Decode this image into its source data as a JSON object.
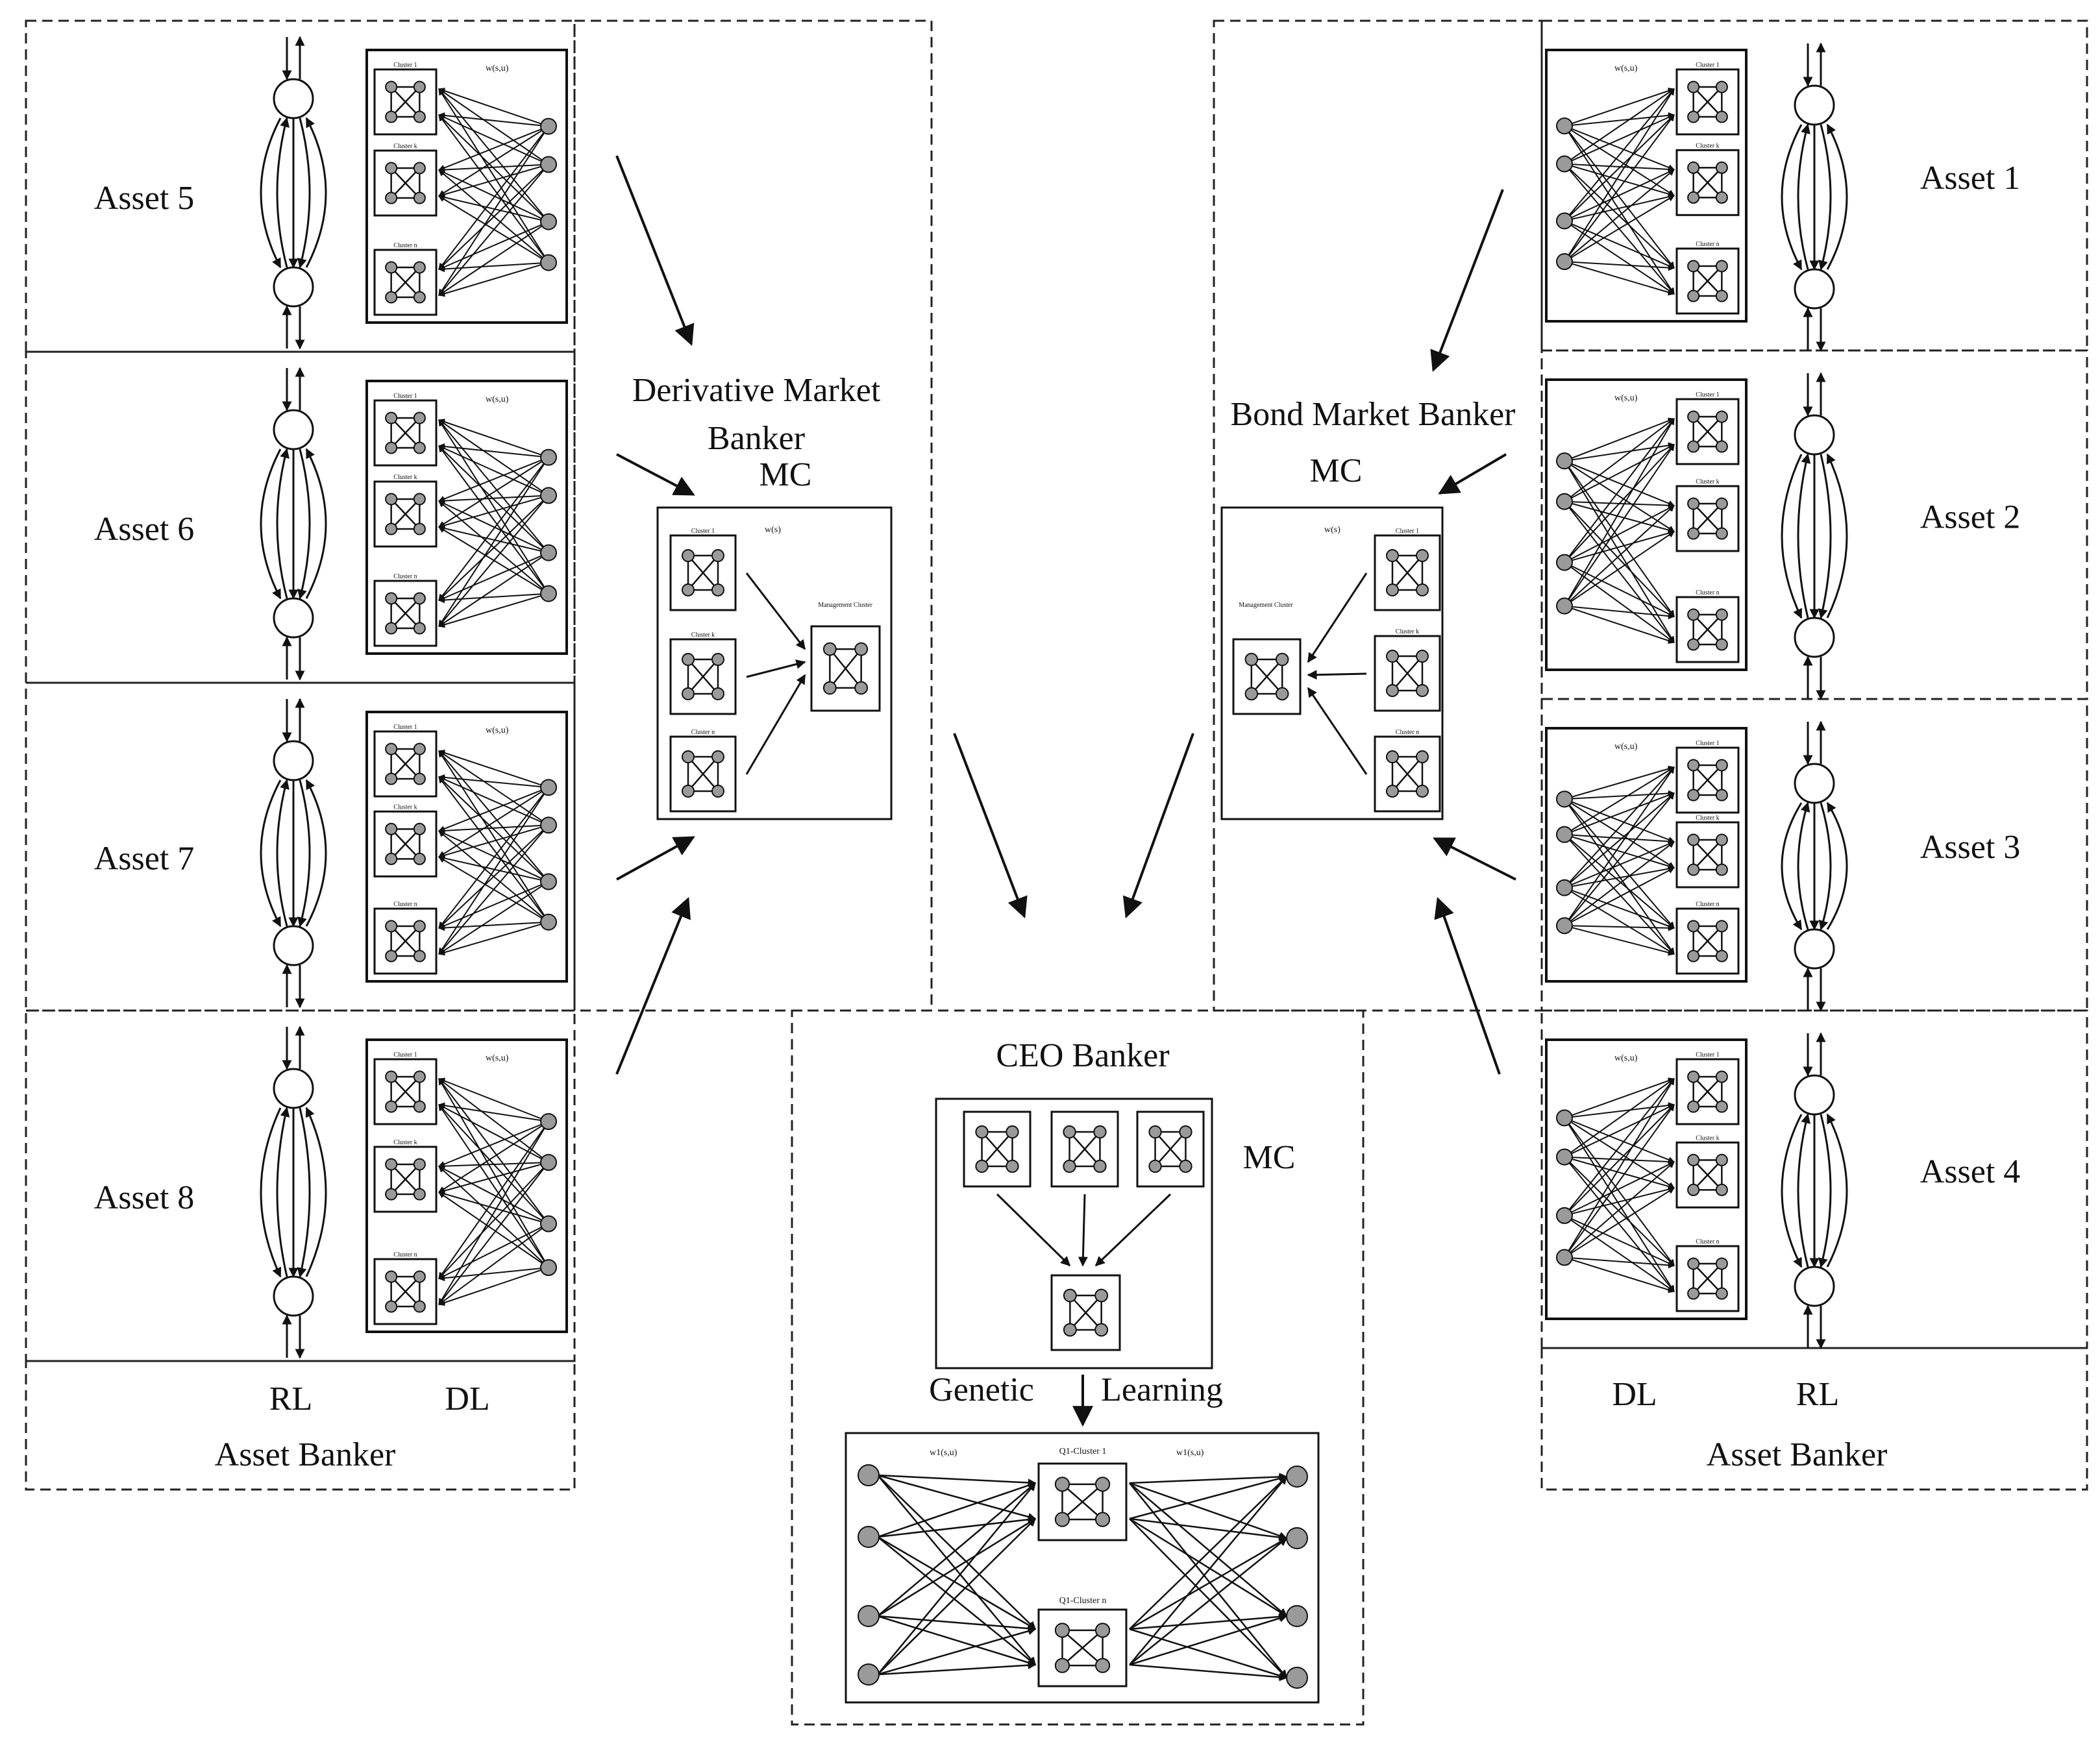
{
  "left_assets": [
    {
      "label": "Asset 5"
    },
    {
      "label": "Asset 6"
    },
    {
      "label": "Asset 7"
    },
    {
      "label": "Asset 8"
    }
  ],
  "right_assets": [
    {
      "label": "Asset 1"
    },
    {
      "label": "Asset 2"
    },
    {
      "label": "Asset 3"
    },
    {
      "label": "Asset 4"
    }
  ],
  "left_footer": {
    "rl": "RL",
    "dl": "DL",
    "title": "Asset Banker"
  },
  "right_footer": {
    "dl": "DL",
    "rl": "RL",
    "title": "Asset Banker"
  },
  "derivative": {
    "title_line1": "Derivative Market",
    "title_line2": "Banker",
    "mc": "MC"
  },
  "bond": {
    "title": "Bond Market Banker",
    "mc": "MC"
  },
  "ceo": {
    "title": "CEO Banker",
    "mc": "MC",
    "genetic": "Genetic",
    "learning": "Learning"
  },
  "cluster_labels": {
    "c1": "Cluster 1",
    "ck": "Cluster k",
    "cn": "Cluster n",
    "mgmt": "Management Cluster"
  },
  "weights": {
    "w_su": "w(s,u)",
    "w_s": "w(s)",
    "q_cluster_1": "Q1-Cluster 1",
    "q_cluster_n": "Q1-Cluster n",
    "w1_su": "w1(s,u)"
  },
  "colors": {
    "line": "#111111",
    "node_fill": "#9a9a9a",
    "dash": "#222222"
  }
}
